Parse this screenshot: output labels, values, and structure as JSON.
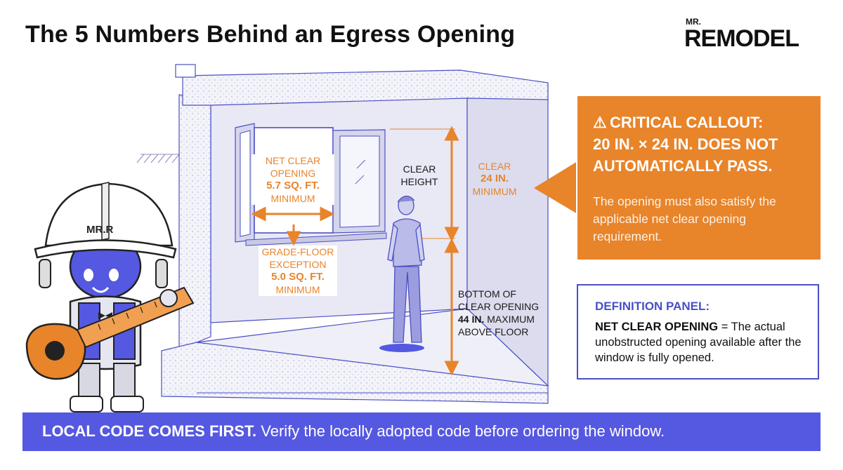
{
  "title": "The 5 Numbers Behind an Egress Opening",
  "logo": {
    "prefix": "MR.",
    "word": "REMODEL"
  },
  "mascot": {
    "helmet_text": "MR.R"
  },
  "diagram": {
    "net_clear": {
      "line1": "NET CLEAR",
      "line2": "OPENING",
      "value": "5.7 SQ. FT.",
      "line4": "MINIMUM"
    },
    "grade_floor": {
      "line1": "GRADE-FLOOR",
      "line2": "EXCEPTION",
      "value": "5.0 SQ. FT.",
      "line4": "MINIMUM"
    },
    "clear_height": {
      "line1": "CLEAR",
      "line2": "HEIGHT"
    },
    "clear_width": {
      "line1": "CLEAR",
      "value": "24 IN.",
      "line3": "MINIMUM"
    },
    "sill": {
      "line1": "BOTTOM OF",
      "line2": "CLEAR OPENING",
      "value": "44 IN.",
      "value_suffix": " MAXIMUM",
      "line4": "ABOVE FLOOR"
    }
  },
  "critical": {
    "icon": "warning-icon",
    "line1": "CRITICAL CALLOUT:",
    "line2": "20 IN. × 24 IN. DOES NOT",
    "line3": "AUTOMATICALLY PASS.",
    "body": "The opening must also satisfy the applicable net clear opening requirement."
  },
  "definition": {
    "heading": "DEFINITION PANEL:",
    "term": "NET CLEAR OPENING",
    "text": " = The actual unobstructed opening available after the window is fully opened."
  },
  "banner": {
    "bold": "LOCAL CODE COMES FIRST.",
    "text": " Verify the locally adopted code before ordering the window."
  },
  "colors": {
    "accent_orange": "#e8842a",
    "accent_blue": "#5558e0",
    "line_blue": "#4a4fc4"
  }
}
